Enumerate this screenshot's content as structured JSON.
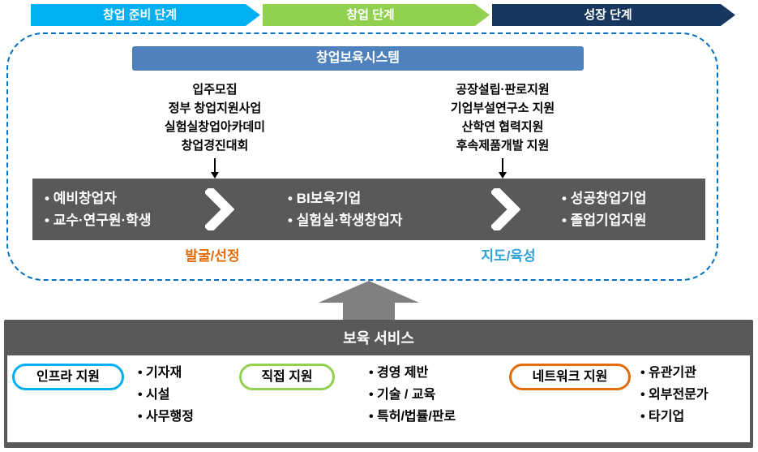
{
  "stages": [
    {
      "label": "창업 준비 단계",
      "color": "#00B0F0"
    },
    {
      "label": "창업 단계",
      "color": "#92D050"
    },
    {
      "label": "성장 단계",
      "color": "#17375E"
    }
  ],
  "incubation": {
    "title": "창업보육시스템",
    "title_bg": "#4F81BD",
    "border_color": "#0070C0",
    "left_programs": [
      "입주모집",
      "정부 창업지원사업",
      "실험실창업아카데미",
      "창업경진대회"
    ],
    "right_programs": [
      "공장설립·판로지원",
      "기업부설연구소 지원",
      "산학연 협력지원",
      "후속제품개발 지원"
    ],
    "pipeline_bg": "#595959",
    "pipeline": [
      {
        "items": [
          "예비창업자",
          "교수·연구원·학생"
        ]
      },
      {
        "items": [
          "BI보육기업",
          "실험실·학생창업자"
        ]
      },
      {
        "items": [
          "성공창업기업",
          "졸업기업지원"
        ]
      }
    ],
    "phase_labels": [
      {
        "label": "발굴/선정",
        "color": "#E36C0A"
      },
      {
        "label": "지도/육성",
        "color": "#33A0D6"
      }
    ],
    "arrow_color": "#808080"
  },
  "services": {
    "title": "보육 서비스",
    "bg": "#595959",
    "groups": [
      {
        "name": "인프라 지원",
        "color": "#00B0F0",
        "items": [
          "기자재",
          "시설",
          "사무행정"
        ]
      },
      {
        "name": "직접 지원",
        "color": "#92D050",
        "items": [
          "경영 제반",
          "기술 / 교육",
          "특허/법률/판로"
        ]
      },
      {
        "name": "네트워크 지원",
        "color": "#E36C0A",
        "items": [
          "유관기관",
          "외부전문가",
          "타기업"
        ]
      }
    ]
  }
}
